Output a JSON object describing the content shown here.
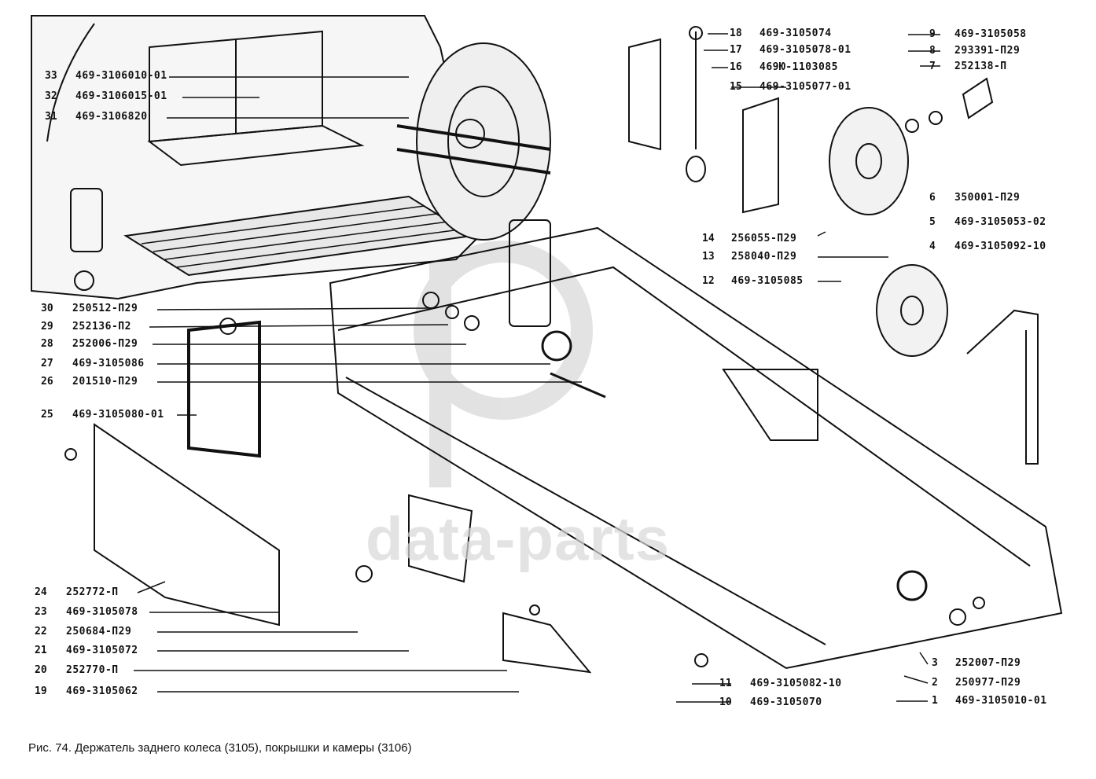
{
  "caption": "Рис. 74. Держатель заднего колеса (3105), покрышки и камеры (3106)",
  "watermark": "data-parts",
  "callouts_left": [
    {
      "num": "33",
      "code": "469-3106010-01"
    },
    {
      "num": "32",
      "code": "469-3106015-01"
    },
    {
      "num": "31",
      "code": "469-3106820"
    },
    {
      "num": "30",
      "code": "250512-П29"
    },
    {
      "num": "29",
      "code": "252136-П2"
    },
    {
      "num": "28",
      "code": "252006-П29"
    },
    {
      "num": "27",
      "code": "469-3105086"
    },
    {
      "num": "26",
      "code": "201510-П29"
    },
    {
      "num": "25",
      "code": "469-3105080-01"
    },
    {
      "num": "24",
      "code": "252772-П"
    },
    {
      "num": "23",
      "code": "469-3105078"
    },
    {
      "num": "22",
      "code": "250684-П29"
    },
    {
      "num": "21",
      "code": "469-3105072"
    },
    {
      "num": "20",
      "code": "252770-П"
    },
    {
      "num": "19",
      "code": "469-3105062"
    }
  ],
  "callouts_top": [
    {
      "num": "18",
      "code": "469-3105074"
    },
    {
      "num": "17",
      "code": "469-3105078-01"
    },
    {
      "num": "16",
      "code": "469Ю-1103085"
    },
    {
      "num": "15",
      "code": "469-3105077-01"
    }
  ],
  "callouts_right_top": [
    {
      "num": "9",
      "code": "469-3105058"
    },
    {
      "num": "8",
      "code": "293391-П29"
    },
    {
      "num": "7",
      "code": "252138-П"
    },
    {
      "num": "6",
      "code": "350001-П29"
    },
    {
      "num": "5",
      "code": "469-3105053-02"
    },
    {
      "num": "4",
      "code": "469-3105092-10"
    }
  ],
  "callouts_mid": [
    {
      "num": "14",
      "code": "256055-П29"
    },
    {
      "num": "13",
      "code": "258040-П29"
    },
    {
      "num": "12",
      "code": "469-3105085"
    }
  ],
  "callouts_bottom": [
    {
      "num": "11",
      "code": "469-3105082-10"
    },
    {
      "num": "10",
      "code": "469-3105070"
    },
    {
      "num": "3",
      "code": "252007-П29"
    },
    {
      "num": "2",
      "code": "250977-П29"
    },
    {
      "num": "1",
      "code": "469-3105010-01"
    }
  ]
}
